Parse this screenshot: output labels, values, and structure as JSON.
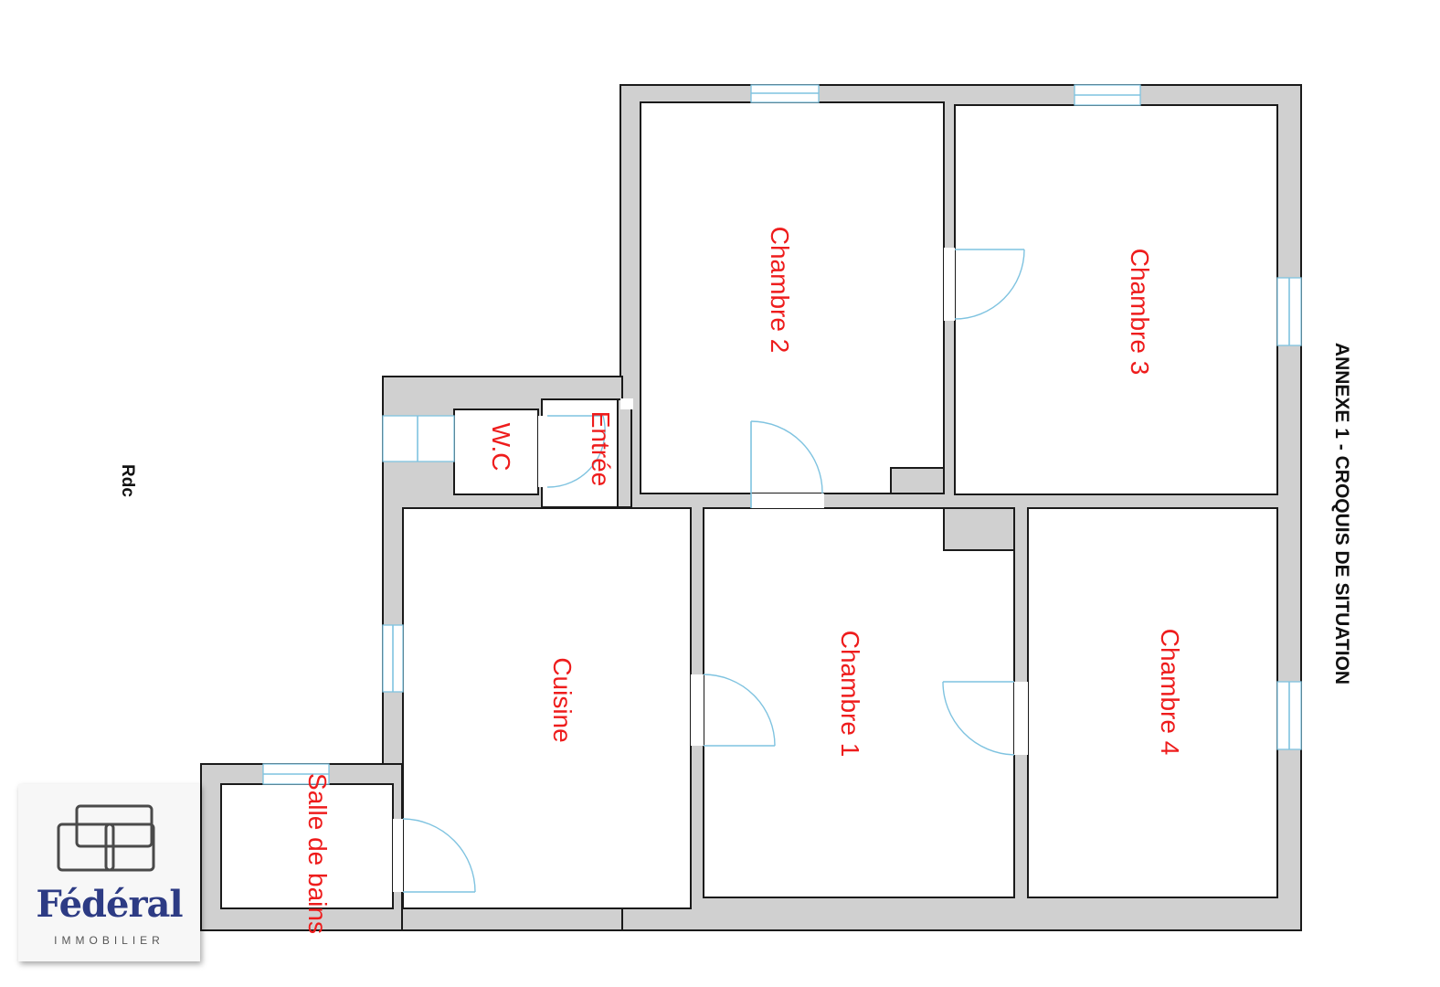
{
  "level_label": "Rdc",
  "annex_title": "ANNEXE 1 - CROQUIS DE SITUATION",
  "rooms": {
    "chambre2": "Chambre 2",
    "chambre3": "Chambre 3",
    "wc": "W.C",
    "entree": "Entrée",
    "cuisine": "Cuisine",
    "chambre1": "Chambre 1",
    "chambre4": "Chambre 4",
    "salle_de_bains": "Salle de bains"
  },
  "logo": {
    "brand": "Fédéral",
    "subtitle": "IMMOBILIER"
  },
  "colors": {
    "label": "#ee1c1c",
    "wall": "#d0d0d0",
    "opening": "#7fc3e0",
    "brand": "#2d3b84"
  }
}
